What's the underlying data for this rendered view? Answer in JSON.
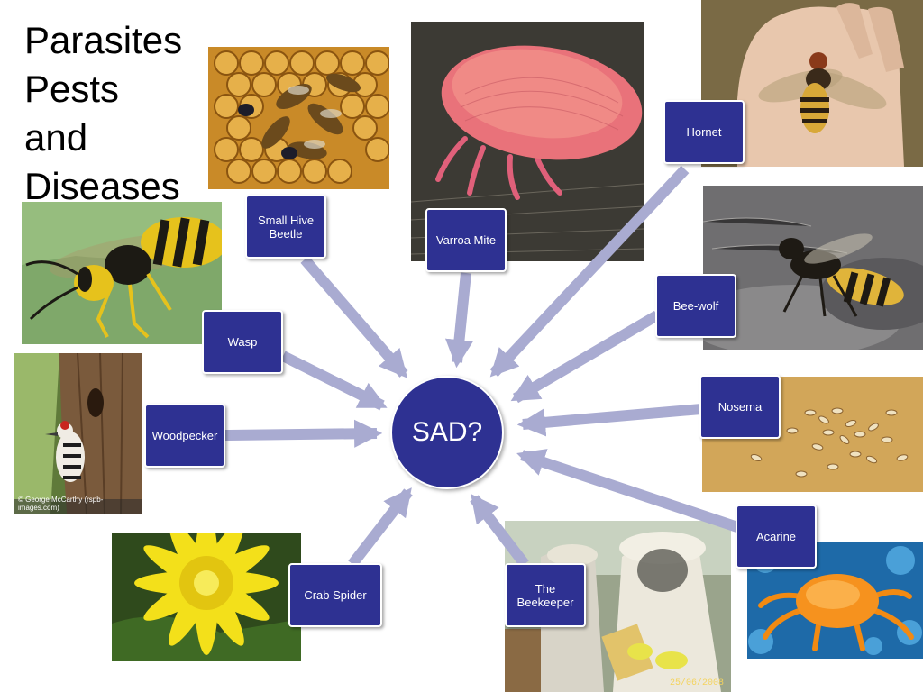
{
  "title": [
    "Parasites",
    "Pests",
    "and",
    "Diseases"
  ],
  "hub": {
    "label": "SAD?"
  },
  "nodes": {
    "hornet": "Hornet",
    "varroa": "Varroa Mite",
    "small_hive_beetle": "Small Hive\nBeetle",
    "wasp": "Wasp",
    "woodpecker": "Woodpecker",
    "crab_spider": "Crab Spider",
    "beekeeper": "The\nBeekeeper",
    "acarine": "Acarine",
    "nosema": "Nosema",
    "bee_wolf": "Bee-wolf"
  },
  "photo_text": {
    "woodpecker_credit": "© George McCarthy (rspb-images.com)",
    "beekeeper_date": "25/06/2008"
  },
  "colors": {
    "node_fill": "#2e3192",
    "arrow": "#a9abd1",
    "text_on_node": "#ffffff"
  }
}
